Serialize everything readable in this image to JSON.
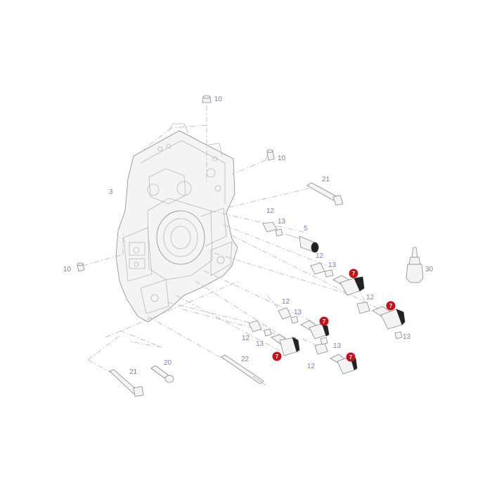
{
  "labels": {
    "l10a": "10",
    "l10b": "10",
    "l10c": "10",
    "l3": "3",
    "l21a": "21",
    "l21b": "21",
    "l12a": "12",
    "l12b": "12",
    "l12c": "12",
    "l12d": "12",
    "l12e": "12",
    "l12f": "12",
    "l13a": "13",
    "l13b": "13",
    "l13c": "13",
    "l13d": "13",
    "l13e": "13",
    "l13f": "13",
    "l5": "5",
    "l30": "30",
    "l20": "20",
    "l22": "22"
  },
  "markers": {
    "m1": "7",
    "m2": "7",
    "m3": "7",
    "m4": "7",
    "m5": "7"
  },
  "colors": {
    "label": "#7b7fc4",
    "marker": "#c8101a",
    "linework": "#b8b8b8"
  }
}
